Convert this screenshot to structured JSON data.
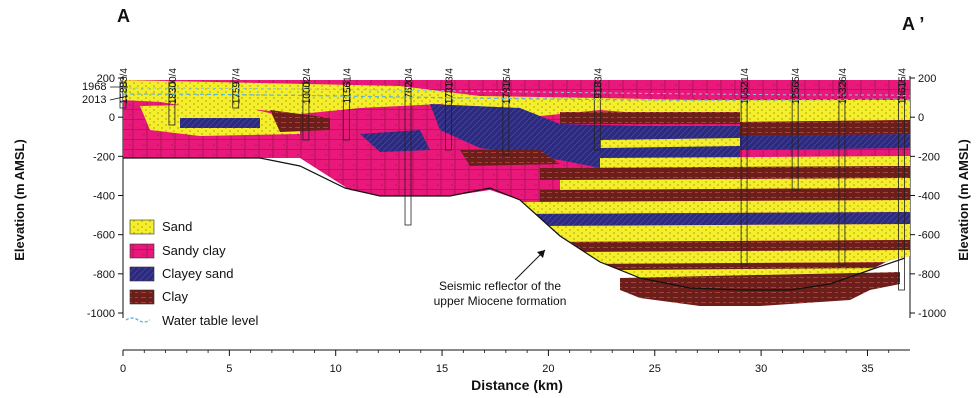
{
  "endpoints": {
    "left": "A",
    "right": "A ’"
  },
  "boreholes": [
    {
      "id": "15883/4",
      "km": 0
    },
    {
      "id": "18300/4",
      "km": 2.3
    },
    {
      "id": "17597/4",
      "km": 5.3
    },
    {
      "id": "10002/4",
      "km": 8.6
    },
    {
      "id": "11561/4",
      "km": 10.5
    },
    {
      "id": "7620/4",
      "km": 13.4
    },
    {
      "id": "17813/4",
      "km": 15.3
    },
    {
      "id": "17815/4",
      "km": 18.0
    },
    {
      "id": "9183/4",
      "km": 22.3
    },
    {
      "id": "10521/4",
      "km": 29.2
    },
    {
      "id": "18565/4",
      "km": 31.6
    },
    {
      "id": "15326/4",
      "km": 33.8
    },
    {
      "id": "10615/4",
      "km": 36.6
    }
  ],
  "axes": {
    "x": {
      "label": "Distance (km)",
      "ticks": [
        0,
        5,
        10,
        15,
        20,
        25,
        30,
        35
      ],
      "range": [
        0,
        37
      ]
    },
    "y_left": {
      "label": "Elevation (m AMSL)",
      "ticks": [
        200,
        0,
        -200,
        -400,
        -600,
        -800,
        -1000
      ],
      "range": [
        -1000,
        200
      ]
    },
    "y_right": {
      "label": "Elevation (m AMSL)",
      "ticks": [
        200,
        0,
        -200,
        -400,
        -600,
        -800,
        -1000
      ]
    }
  },
  "water_table": {
    "year_labels": [
      "1968",
      "2013"
    ]
  },
  "legend": [
    {
      "key": "sand",
      "label": "Sand",
      "color": "#f5ee2a"
    },
    {
      "key": "sandy-clay",
      "label": "Sandy clay",
      "color": "#e8197a"
    },
    {
      "key": "clayey-sand",
      "label": "Clayey sand",
      "color": "#2b2a7e"
    },
    {
      "key": "clay",
      "label": "Clay",
      "color": "#6b1e1a"
    },
    {
      "key": "water-table",
      "label": "Water table level",
      "color": "#5ab4e0"
    }
  ],
  "annotation": {
    "line1": "Seismic reflector of the",
    "line2": "upper Miocene formation"
  }
}
